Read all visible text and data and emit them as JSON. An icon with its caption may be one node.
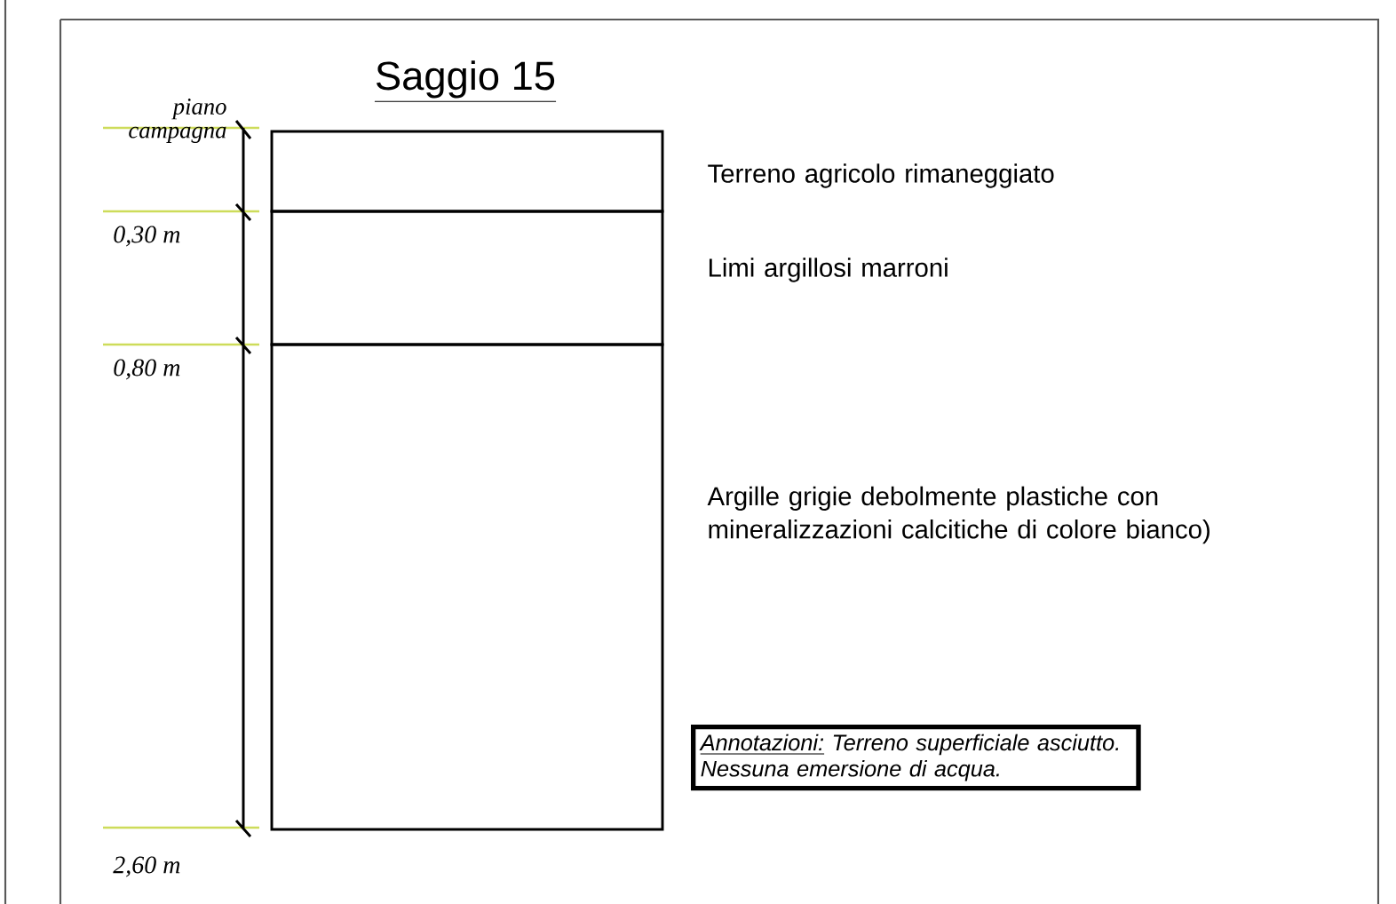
{
  "diagram": {
    "title": "Saggio 15",
    "nodes": [
      {
        "text": [],
        "shape": "box",
        "beside": [
          "Terreno agricolo rimaneggiato"
        ]
      },
      {
        "text": [],
        "shape": "box",
        "beside": [
          "Limi argillosi marroni"
        ]
      },
      {
        "text": [],
        "shape": "box",
        "beside": [
          "Argille grigie debolmente plastiche con mineralizzazioni calcitiche di colore bianco)"
        ]
      },
      {
        "text": [
          "Annotazioni:",
          "Terreno superficiale asciutto. Nessuna emersione di acqua."
        ]
      }
    ],
    "labels": [
      "piano campagna",
      "0,30 m",
      "0,80 m",
      "2,60 m"
    ]
  }
}
